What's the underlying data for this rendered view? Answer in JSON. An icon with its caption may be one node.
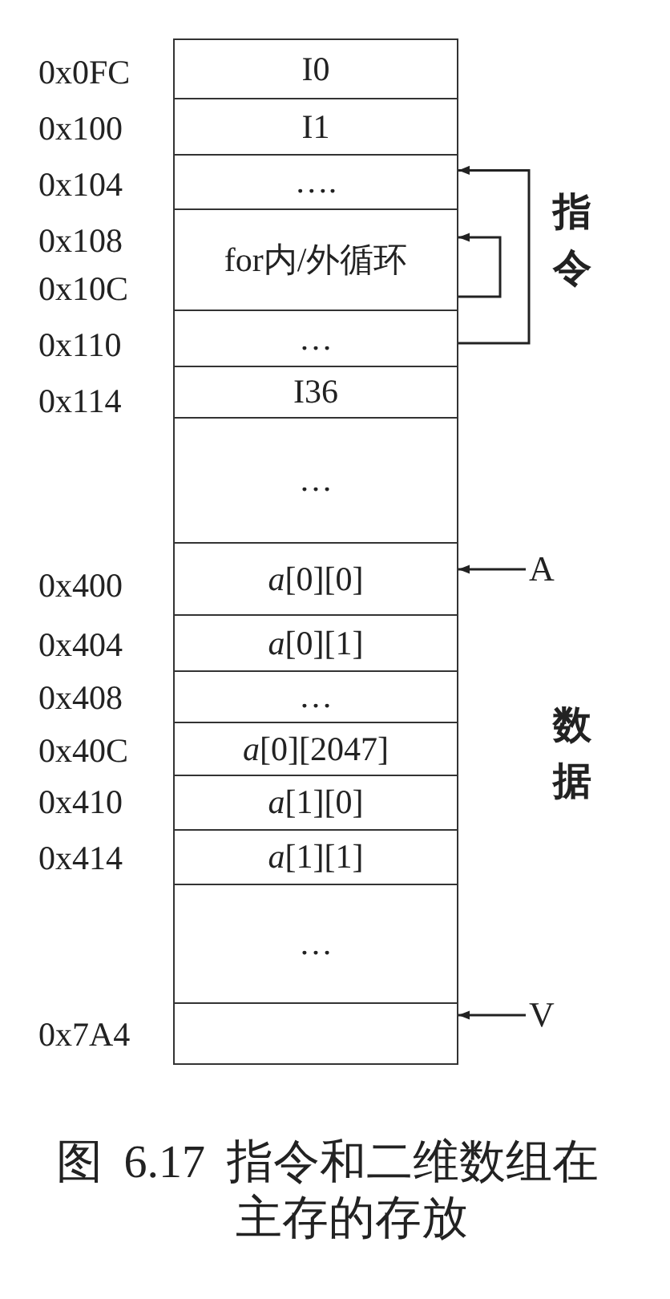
{
  "diagram": {
    "caption": "图 6.17 指令和二维数组在主存的存放",
    "nodes": [
      {
        "text": [
          "I0"
        ]
      },
      {
        "text": [
          "I1"
        ]
      },
      {
        "text": [
          "…."
        ]
      },
      {
        "text": [
          "for内/外循环"
        ]
      },
      {
        "text": [
          "…"
        ]
      },
      {
        "text": [
          "I36"
        ]
      },
      {
        "text": [
          "…"
        ]
      },
      {
        "text": [
          "*a*[0][0]"
        ]
      },
      {
        "text": [
          "*a*[0][1]"
        ]
      },
      {
        "text": [
          "…"
        ]
      },
      {
        "text": [
          "*a*[0][2047]"
        ]
      },
      {
        "text": [
          "*a*[1][0]"
        ]
      },
      {
        "text": [
          "*a*[1][1]"
        ]
      },
      {
        "text": [
          "…"
        ]
      },
      {
        "text": [],
        "shape": "box"
      },
      {
        "text": [
          "A"
        ]
      },
      {
        "text": [
          "V"
        ]
      }
    ],
    "edges": [
      {
        "from": 4,
        "to": 2,
        "arrow": "to"
      },
      {
        "from": 3,
        "to": 3,
        "arrow": "to"
      },
      {
        "from": 15,
        "to": 7,
        "arrow": "to"
      },
      {
        "from": 16,
        "to": 14,
        "arrow": "to"
      }
    ],
    "labels": [
      "0x0FC",
      "0x100",
      "0x104",
      "0x108",
      "0x10C",
      "0x110",
      "0x114",
      "0x400",
      "0x404",
      "0x408",
      "0x40C",
      "0x410",
      "0x414",
      "0x7A4",
      "指令",
      "数据"
    ]
  }
}
